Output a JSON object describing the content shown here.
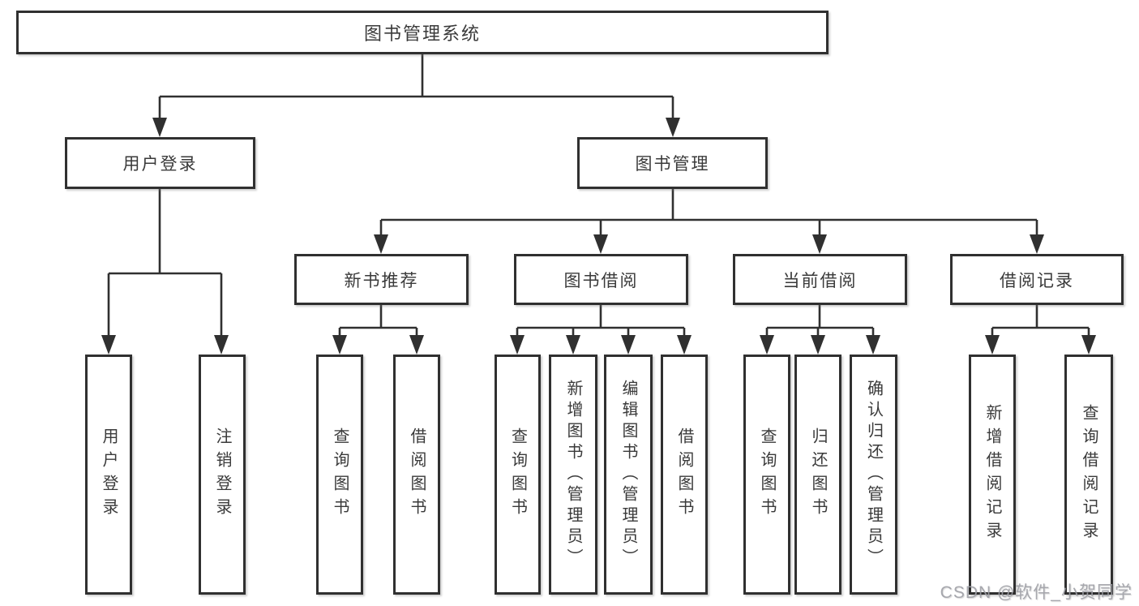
{
  "diagram": {
    "tree": {
      "label": "图书管理系统",
      "children": [
        {
          "label": "用户登录",
          "children": [
            {
              "label": "用户登录"
            },
            {
              "label": "注销登录"
            }
          ]
        },
        {
          "label": "图书管理",
          "children": [
            {
              "label": "新书推荐",
              "children": [
                {
                  "label": "查询图书"
                },
                {
                  "label": "借阅图书"
                }
              ]
            },
            {
              "label": "图书借阅",
              "children": [
                {
                  "label": "查询图书"
                },
                {
                  "label": "新增图书（管理员）"
                },
                {
                  "label": "编辑图书（管理员）"
                },
                {
                  "label": "借阅图书"
                }
              ]
            },
            {
              "label": "当前借阅",
              "children": [
                {
                  "label": "查询图书"
                },
                {
                  "label": "归还图书"
                },
                {
                  "label": "确认归还（管理员）"
                }
              ]
            },
            {
              "label": "借阅记录",
              "children": [
                {
                  "label": "新增借阅记录"
                },
                {
                  "label": "查询借阅记录"
                }
              ]
            }
          ]
        }
      ]
    }
  },
  "watermark": {
    "text": "CSDN @软件_小贺同学",
    "color": "#9ea0a6"
  },
  "colors": {
    "line": "#303030",
    "box_border": "#303030",
    "box_background": "#ffffff",
    "text": "#3a3a3a",
    "page_background": "#ffffff"
  }
}
